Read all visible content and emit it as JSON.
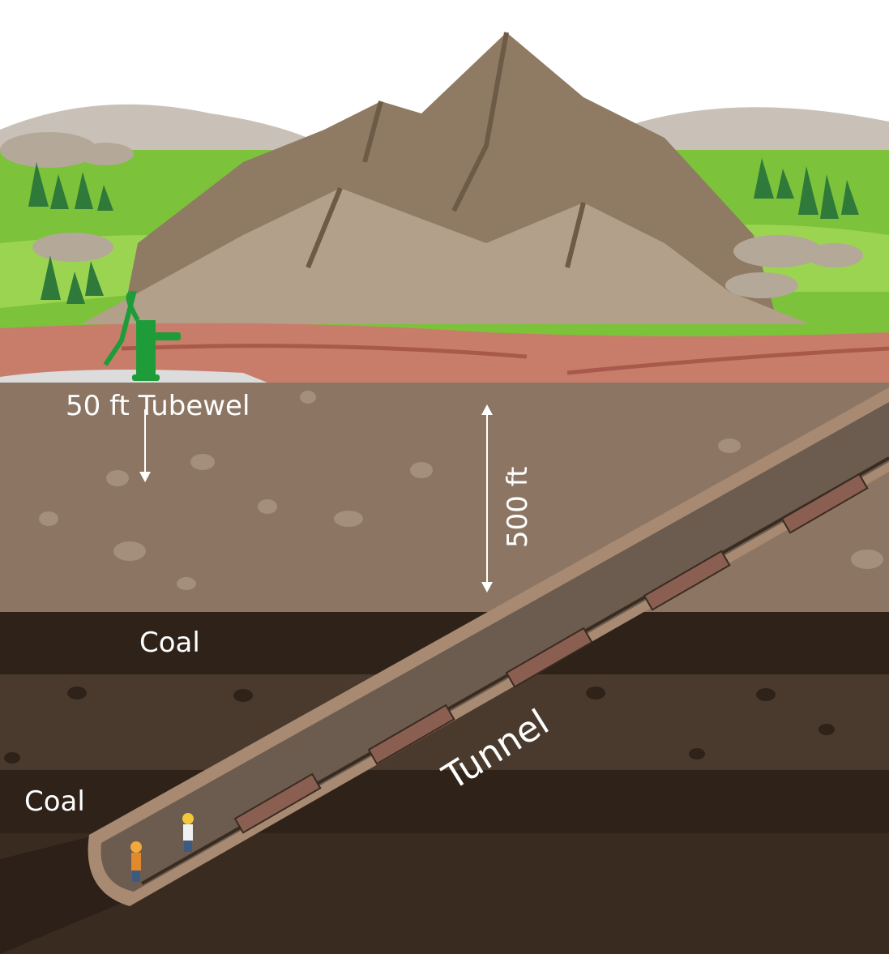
{
  "labels": {
    "tubewell": "50 ft Tubewel",
    "depth": "500 ft",
    "coal_upper": "Coal",
    "coal_lower": "Coal",
    "tunnel": "Tunnel"
  },
  "colors": {
    "sky": "#ffffff",
    "grass": "#7cc23a",
    "mountain": "#9b8670",
    "red_soil": "#c77d6a",
    "upper_soil": "#8c7663",
    "coal": "#2e2219",
    "mid_layer": "#4a3a2d",
    "bottom_layer": "#3a2b20",
    "tunnel": "#6b5c4f",
    "pump": "#1f9c3a"
  }
}
